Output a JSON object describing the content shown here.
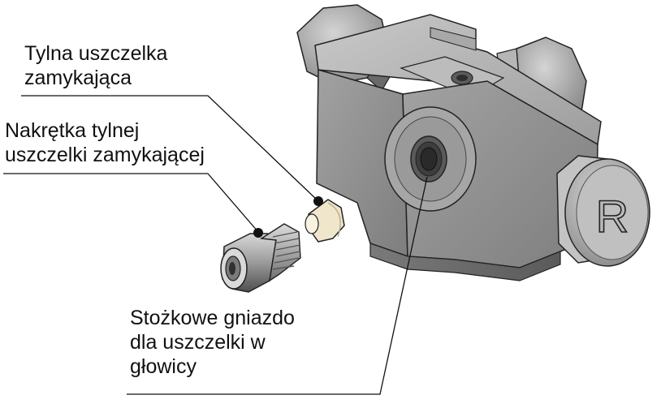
{
  "labels": {
    "rear_seal": [
      "Tylna uszczelka",
      "zamykająca"
    ],
    "rear_nut": [
      "Nakrętka tylnej",
      "uszczelki zamykającej"
    ],
    "cone_seat": [
      "Stożkowe gniazdo",
      "dla uszczelki w",
      "głowicy"
    ]
  },
  "block_letter": "R",
  "colors": {
    "metal_light": "#b4b4b4",
    "metal_mid": "#8e8e8e",
    "metal_dark": "#5e5e5e",
    "seal": "#efe6cc",
    "line": "#111111"
  }
}
